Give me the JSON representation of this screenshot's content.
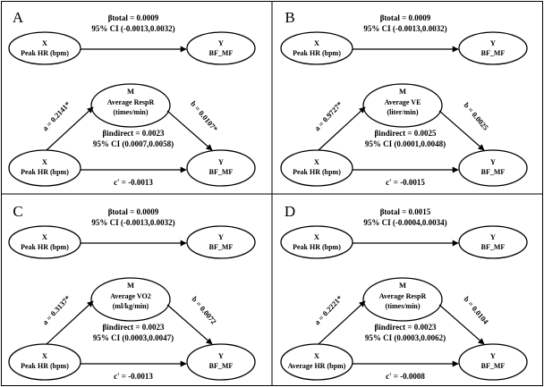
{
  "panels": [
    {
      "letter": "A",
      "total": {
        "x_name": "X",
        "x_label": "Peak HR (bpm)",
        "y_name": "Y",
        "y_label": "BF_MF",
        "beta": "βtotal = 0.0009",
        "ci": "95% CI (-0.0013,0.0032)"
      },
      "mediation": {
        "m_name": "M",
        "m_line1": "Average RespR",
        "m_line2": "(times/min)",
        "x_name": "X",
        "x_label": "Peak HR (bpm)",
        "y_name": "Y",
        "y_label": "BF_MF",
        "a_label": "a = 0.2141*",
        "b_label": "b = 0.0107*",
        "beta_indirect": "βindirect = 0.0023",
        "ci_indirect": "95% CI (0.0007,0.0058)",
        "c_prime": "c' = -0.0013"
      }
    },
    {
      "letter": "B",
      "total": {
        "x_name": "X",
        "x_label": "Peak HR (bpm)",
        "y_name": "Y",
        "y_label": "BF_MF",
        "beta": "βtotal = 0.0009",
        "ci": "95% CI (-0.0013,0.0032)"
      },
      "mediation": {
        "m_name": "M",
        "m_line1": "Average VE",
        "m_line2": "(liter/min)",
        "x_name": "X",
        "x_label": "Peak HR (bpm)",
        "y_name": "Y",
        "y_label": "BF_MF",
        "a_label": "a = 0.9727*",
        "b_label": "b = 0.0025",
        "beta_indirect": "βindirect = 0.0025",
        "ci_indirect": "95% CI (0.0001,0.0048)",
        "c_prime": "c' = -0.0015"
      }
    },
    {
      "letter": "C",
      "total": {
        "x_name": "X",
        "x_label": "Peak HR (bpm)",
        "y_name": "Y",
        "y_label": "BF_MF",
        "beta": "βtotal = 0.0009",
        "ci": "95% CI (-0.0013,0.0032)"
      },
      "mediation": {
        "m_name": "M",
        "m_line1": "Average VO2",
        "m_line2": "(ml/kg/min)",
        "x_name": "X",
        "x_label": "Peak HR (bpm)",
        "y_name": "Y",
        "y_label": "BF_MF",
        "a_label": "a = 0.3137*",
        "b_label": "b = 0.0072",
        "beta_indirect": "βindirect = 0.0023",
        "ci_indirect": "95% CI (0.0003,0.0047)",
        "c_prime": "c' = -0.0013"
      }
    },
    {
      "letter": "D",
      "total": {
        "x_name": "X",
        "x_label": "Peak HR (bpm)",
        "y_name": "Y",
        "y_label": "BF_MF",
        "beta": "βtotal = 0.0015",
        "ci": "95% CI (-0.0004,0.0034)"
      },
      "mediation": {
        "m_name": "M",
        "m_line1": "Average RespR",
        "m_line2": "(times/min)",
        "x_name": "X",
        "x_label": "Average HR (bpm)",
        "y_name": "Y",
        "y_label": "BF_MF",
        "a_label": "a = 0.2221*",
        "b_label": "b = 0.0104",
        "beta_indirect": "βindirect = 0.0023",
        "ci_indirect": "95% CI (0.0003,0.0062)",
        "c_prime": "c' = -0.0008"
      }
    }
  ]
}
